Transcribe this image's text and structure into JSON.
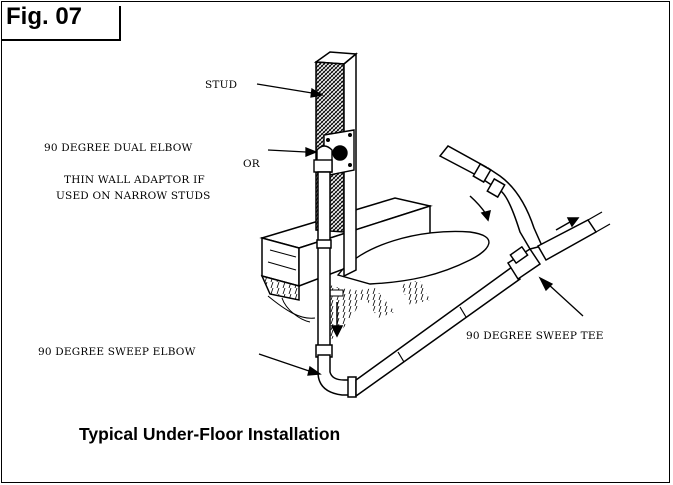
{
  "figure": {
    "number_label": "Fig. 07",
    "caption": "Typical Under-Floor Installation"
  },
  "callouts": {
    "stud": "STUD",
    "dual_elbow": "90 DEGREE DUAL ELBOW",
    "or": "OR",
    "thin_wall_line1": "THIN WALL ADAPTOR IF",
    "thin_wall_line2": "USED ON NARROW STUDS",
    "sweep_elbow": "90 DEGREE SWEEP ELBOW",
    "sweep_tee": "90 DEGREE SWEEP TEE"
  },
  "colors": {
    "ink": "#000000",
    "background": "#ffffff"
  }
}
